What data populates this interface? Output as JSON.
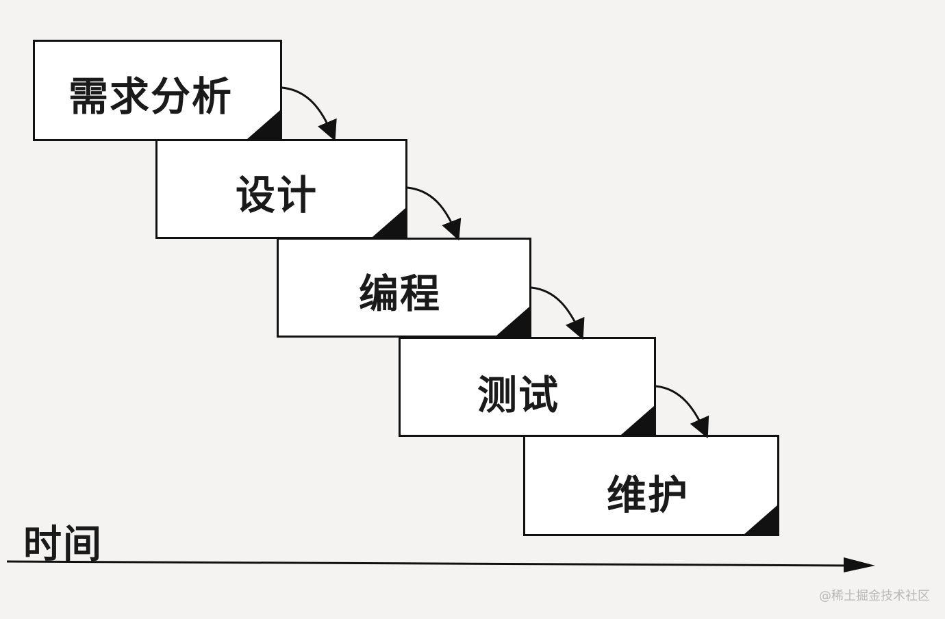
{
  "stages": [
    {
      "label": "需求分析"
    },
    {
      "label": "设计"
    },
    {
      "label": "编程"
    },
    {
      "label": "测试"
    },
    {
      "label": "维护"
    }
  ],
  "time_axis": {
    "label": "时间"
  },
  "watermark": "@稀土掘金技术社区",
  "colors": {
    "line": "#111111",
    "box_fill": "#ffffff",
    "background": "#f4f3f1"
  }
}
